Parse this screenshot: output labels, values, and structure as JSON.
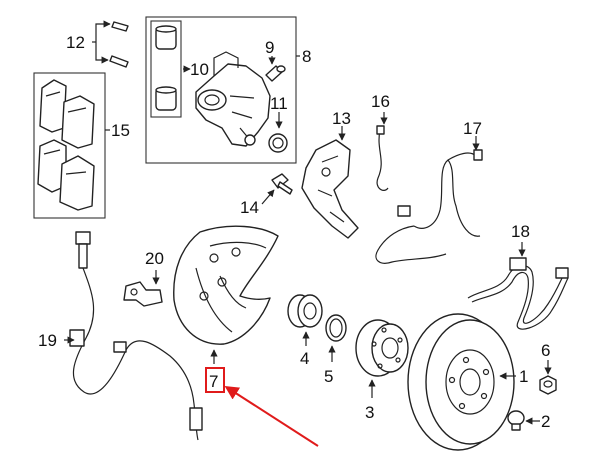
{
  "labels": {
    "p1": "1",
    "p2": "2",
    "p3": "3",
    "p4": "4",
    "p5": "5",
    "p6": "6",
    "p7": "7",
    "p8": "8",
    "p9": "9",
    "p10": "10",
    "p11": "11",
    "p12": "12",
    "p13": "13",
    "p14": "14",
    "p15": "15",
    "p16": "16",
    "p17": "17",
    "p18": "18",
    "p19": "19",
    "p20": "20"
  },
  "colors": {
    "highlight": "#e01b1b",
    "line": "#222222"
  }
}
